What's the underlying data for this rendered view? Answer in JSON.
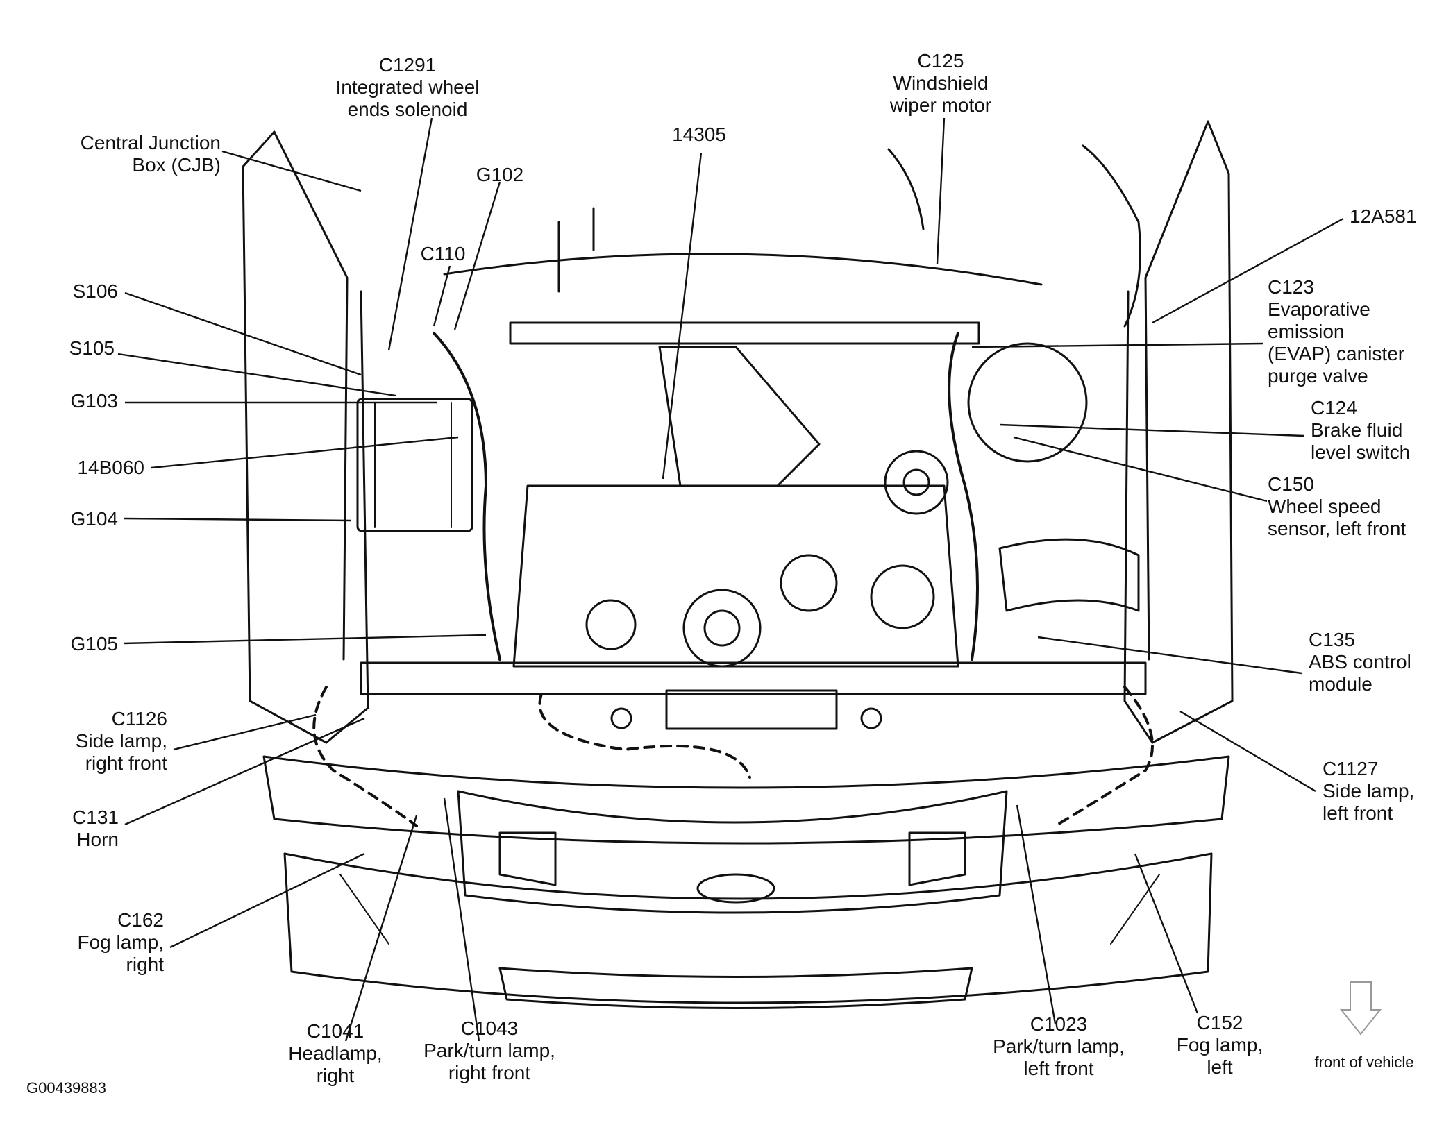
{
  "figure_id": "G00439883",
  "orientation_label": "front of vehicle",
  "callouts": [
    {
      "id": "cjb",
      "lines": [
        "Central Junction",
        "Box (CJB)"
      ]
    },
    {
      "id": "c1291",
      "lines": [
        "C1291",
        "Integrated wheel",
        "ends solenoid"
      ]
    },
    {
      "id": "g102",
      "lines": [
        "G102"
      ]
    },
    {
      "id": "c110",
      "lines": [
        "C110"
      ]
    },
    {
      "id": "s106",
      "lines": [
        "S106"
      ]
    },
    {
      "id": "s105",
      "lines": [
        "S105"
      ]
    },
    {
      "id": "g103",
      "lines": [
        "G103"
      ]
    },
    {
      "id": "14b060",
      "lines": [
        "14B060"
      ]
    },
    {
      "id": "g104",
      "lines": [
        "G104"
      ]
    },
    {
      "id": "g105",
      "lines": [
        "G105"
      ]
    },
    {
      "id": "c1126",
      "lines": [
        "C1126",
        "Side lamp,",
        "right front"
      ]
    },
    {
      "id": "c131",
      "lines": [
        "C131",
        "Horn"
      ]
    },
    {
      "id": "c162",
      "lines": [
        "C162",
        "Fog lamp,",
        "right"
      ]
    },
    {
      "id": "c1041",
      "lines": [
        "C1041",
        "Headlamp,",
        "right"
      ]
    },
    {
      "id": "c1043",
      "lines": [
        "C1043",
        "Park/turn lamp,",
        "right front"
      ]
    },
    {
      "id": "14305",
      "lines": [
        "14305"
      ]
    },
    {
      "id": "c125",
      "lines": [
        "C125",
        "Windshield",
        "wiper motor"
      ]
    },
    {
      "id": "12a581",
      "lines": [
        "12A581"
      ]
    },
    {
      "id": "c123",
      "lines": [
        "C123",
        "Evaporative",
        "emission",
        "(EVAP) canister",
        "purge valve"
      ]
    },
    {
      "id": "c124",
      "lines": [
        "C124",
        "Brake fluid",
        "level switch"
      ]
    },
    {
      "id": "c150",
      "lines": [
        "C150",
        "Wheel speed",
        "sensor, left front"
      ]
    },
    {
      "id": "c135",
      "lines": [
        "C135",
        "ABS control",
        "module"
      ]
    },
    {
      "id": "c1127",
      "lines": [
        "C1127",
        "Side lamp,",
        "left front"
      ]
    },
    {
      "id": "c1023",
      "lines": [
        "C1023",
        "Park/turn lamp,",
        "left front"
      ]
    },
    {
      "id": "c152",
      "lines": [
        "C152",
        "Fog lamp,",
        "left"
      ]
    }
  ]
}
